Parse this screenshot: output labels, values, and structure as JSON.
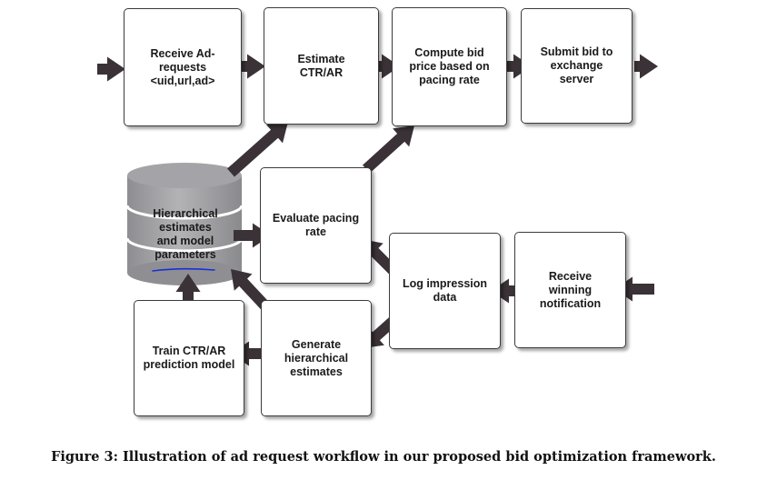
{
  "nodes": {
    "receive_ad_requests": [
      "Receive Ad-",
      "requests",
      "<uid,url,ad>"
    ],
    "estimate_ctr_ar": [
      "Estimate",
      "CTR/AR"
    ],
    "compute_bid_price": [
      "Compute bid",
      "price based on",
      "pacing rate"
    ],
    "submit_bid": [
      "Submit bid to",
      "exchange",
      "server"
    ],
    "evaluate_pacing_rate": [
      "Evaluate pacing",
      "rate"
    ],
    "log_impression_data": [
      "Log impression",
      "data"
    ],
    "receive_winning_notification": [
      "Receive",
      "winning",
      "notification"
    ],
    "generate_hierarchical_estimates": [
      "Generate",
      "hierarchical",
      "estimates"
    ],
    "train_prediction_model": [
      "Train CTR/AR",
      "prediction model"
    ]
  },
  "database": {
    "label": [
      "Hierarchical",
      "estimates",
      "and model",
      "parameters"
    ]
  },
  "caption": "Figure 3: Illustration of ad request workflow in our proposed bid optimization framework.",
  "colors": {
    "arrow": "#3a3236",
    "underline": "#1a2fd6",
    "database": "#a9a9ac"
  }
}
